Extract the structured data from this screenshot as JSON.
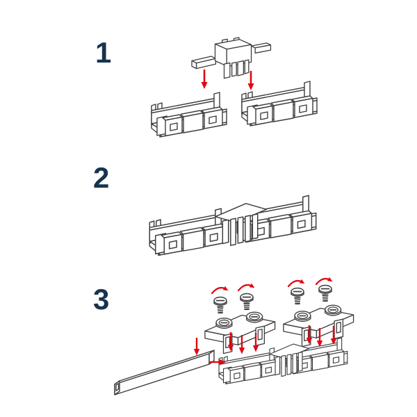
{
  "document": {
    "kind": "assembly-instruction-diagram",
    "background": "#ffffff"
  },
  "colors": {
    "accent_red": "#e30613",
    "line_ink": "#3d3d3d",
    "step_number_navy": "#17344e"
  },
  "steps": [
    {
      "number": "1",
      "parts": [
        "center-coupler",
        "mounting-tray-left",
        "mounting-tray-right"
      ],
      "icons": [
        "red-down-arrow",
        "red-down-arrow"
      ]
    },
    {
      "number": "2",
      "parts": [
        "assembled-rail"
      ],
      "icons": []
    },
    {
      "number": "3",
      "parts": [
        "screw",
        "screw",
        "screw",
        "screw",
        "clamp-cover-left",
        "clamp-cover-right",
        "assembled-rail",
        "profile-bar"
      ],
      "icons": [
        "rotate-cw-arrow",
        "rotate-cw-arrow",
        "rotate-cw-arrow",
        "rotate-cw-arrow",
        "red-down-arrow",
        "red-down-arrow",
        "red-down-arrow",
        "red-down-arrow",
        "red-down-arrow",
        "red-down-arrow",
        "red-down-arrow",
        "red-right-arrow"
      ]
    }
  ]
}
